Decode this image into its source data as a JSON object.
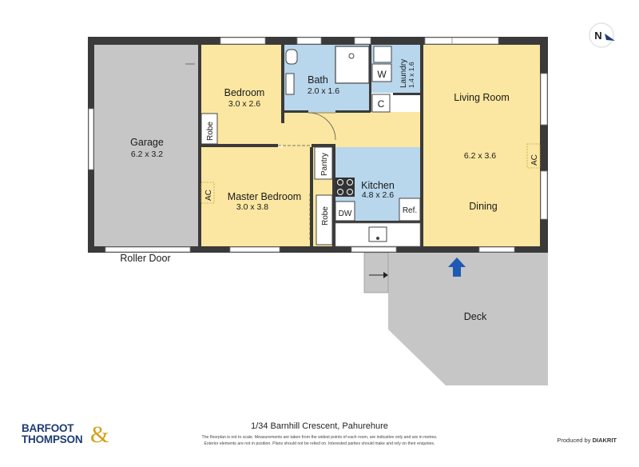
{
  "colors": {
    "wall": "#3a3a3a",
    "garage": "#c6c6c6",
    "bedroom": "#fbe7a1",
    "wet": "#b8d6ec",
    "deck": "#c6c6c6",
    "entry_arrow": "#1e5ab4",
    "brand_blue": "#1f3b73",
    "brand_gold": "#d4a017"
  },
  "compass": {
    "label": "N"
  },
  "rooms": {
    "garage": {
      "name": "Garage",
      "dims": "6.2 x 3.2"
    },
    "bedroom": {
      "name": "Bedroom",
      "dims": "3.0 x 2.6"
    },
    "bath": {
      "name": "Bath",
      "dims": "2.0 x 1.6"
    },
    "laundry": {
      "name": "Laundry",
      "dims": "1.4 x 1.6"
    },
    "living": {
      "name": "Living Room",
      "dims": "6.2 x 3.6"
    },
    "dining": {
      "name": "Dining"
    },
    "master": {
      "name": "Master Bedroom",
      "dims": "3.0 x 3.8"
    },
    "kitchen": {
      "name": "Kitchen",
      "dims": "4.8 x 2.6"
    },
    "deck": {
      "name": "Deck"
    }
  },
  "fixtures": {
    "w": "W",
    "c": "C",
    "robe_bedroom": "Robe",
    "robe_master": "Robe",
    "pantry": "Pantry",
    "dw": "DW",
    "ref": "Ref.",
    "ac_master": "AC",
    "ac_living": "AC"
  },
  "labels": {
    "roller_door": "Roller Door"
  },
  "footer": {
    "logo_top": "BARFOOT",
    "logo_bottom": "THOMPSON",
    "logo_amp": "&",
    "address": "1/34 Barnhill Crescent, Pahurehure",
    "disclaimer_1": "The floorplan is not to scale. Measurements are taken from the widest points of each room, are indicative only and are in metres.",
    "disclaimer_2": "Exterior elements are not in position. Plans should not be relied on. Interested parties should make and rely on their enquiries.",
    "produced_by": "Produced by",
    "producer": "DIAKRIT"
  }
}
